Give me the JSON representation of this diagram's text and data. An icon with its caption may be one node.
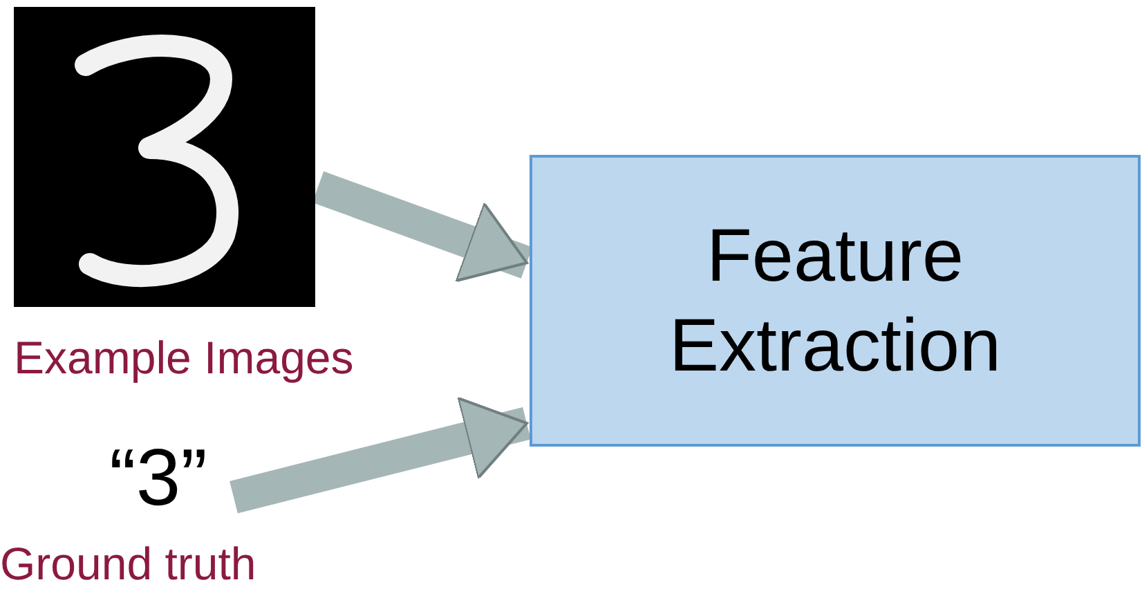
{
  "diagram": {
    "nodes": [
      {
        "text": [],
        "shape": "picture",
        "beside": [
          "Example Images"
        ]
      },
      {
        "text": [
          "“3”"
        ],
        "beside": [
          "Ground truth"
        ]
      },
      {
        "text": [
          "Feature Extraction"
        ]
      }
    ],
    "edges": [
      {
        "from": 0,
        "to": 2,
        "arrow": "to"
      },
      {
        "from": 1,
        "to": 2,
        "arrow": "to"
      }
    ]
  }
}
